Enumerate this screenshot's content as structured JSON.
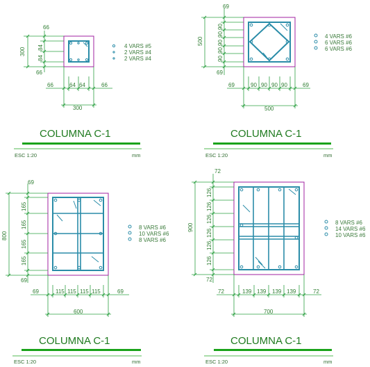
{
  "drawings": [
    {
      "title": "COLUMNA C-1",
      "scale": "ESC 1:20",
      "unit": "mm",
      "legend": [
        "4 VARS #5",
        "2 VARS #4",
        "2 VARS #4"
      ],
      "dims_v": [
        "66",
        "300",
        "84",
        "84",
        "66"
      ],
      "dims_h": [
        "66",
        "64",
        "64",
        "66",
        "300"
      ]
    },
    {
      "title": "COLUMNA C-1",
      "scale": "ESC 1:20",
      "unit": "mm",
      "legend": [
        "4 VARS #6",
        "6 VARS #6",
        "6 VARS #6"
      ],
      "dims_v": [
        "69",
        "500",
        "90",
        "90",
        "90",
        "90",
        "90",
        "69"
      ],
      "dims_h": [
        "69",
        "90",
        "90",
        "90",
        "90",
        "69",
        "500"
      ]
    },
    {
      "title": "COLUMNA C-1",
      "scale": "ESC 1:20",
      "unit": "mm",
      "legend": [
        "8 VARS #6",
        "10 VARS #6",
        "8 VARS #6"
      ],
      "dims_v": [
        "69",
        "800",
        "165",
        "165",
        "165",
        "165",
        "69"
      ],
      "dims_h": [
        "69",
        "115",
        "115",
        "115",
        "115",
        "69",
        "600"
      ]
    },
    {
      "title": "COLUMNA C-1",
      "scale": "ESC 1:20",
      "unit": "mm",
      "legend": [
        "8 VARS #6",
        "14 VARS #6",
        "10 VARS #6"
      ],
      "dims_v": [
        "72",
        "900",
        "126",
        "126",
        "126",
        "126",
        "126",
        "126",
        "72"
      ],
      "dims_h": [
        "72",
        "139",
        "139",
        "139",
        "139",
        "72",
        "700"
      ]
    }
  ],
  "colors": {
    "dimension_line": "#2ea043",
    "rebar": "#2a8ca8",
    "column_outline": "#a020a0",
    "title_bar": "#1aa31a"
  }
}
